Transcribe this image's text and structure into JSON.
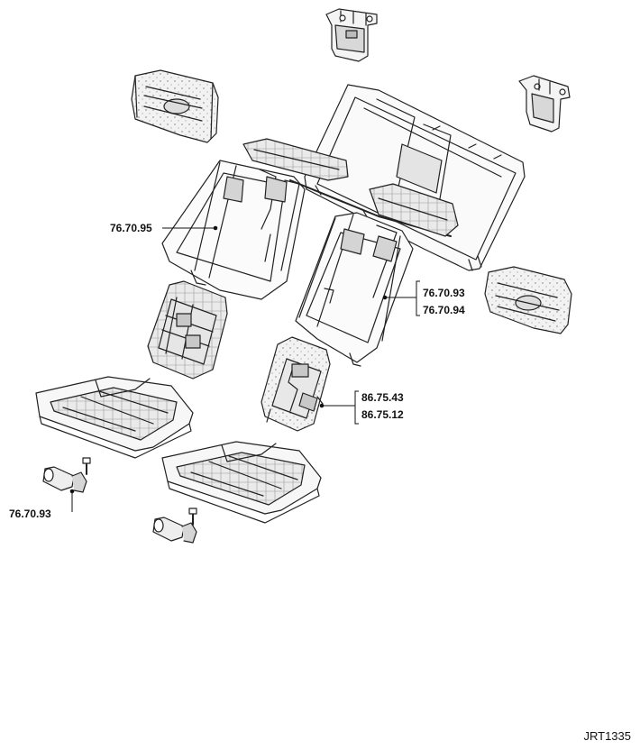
{
  "callouts": {
    "left_backrest_frame": "76.70.95",
    "right_backrest_frame_a": "76.70.93",
    "right_backrest_frame_b": "76.70.94",
    "backrest_module_a": "86.75.43",
    "backrest_module_b": "86.75.12",
    "seat_motor": "76.70.93"
  },
  "figure": {
    "reference_code": "JRT1335"
  }
}
